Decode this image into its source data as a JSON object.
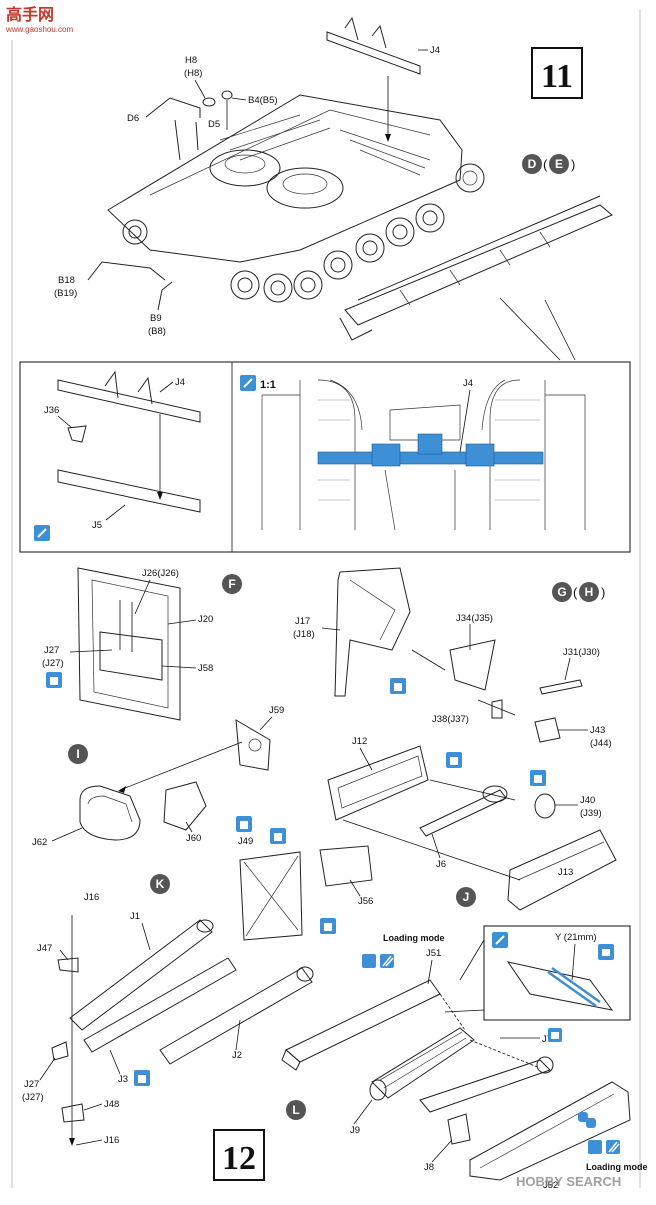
{
  "watermark": {
    "site_icon_text": "高手网",
    "site_url": "www.gaoshou.com",
    "footer_brand": "HOBBY SEARCH"
  },
  "steps": [
    {
      "number": "11"
    },
    {
      "number": "12"
    }
  ],
  "step11": {
    "labels": [
      "J4",
      "H8",
      "(H8)",
      "B4(B5)",
      "D6",
      "D5",
      "B18",
      "(B19)",
      "B9",
      "(B8)"
    ],
    "variant": {
      "main": "D",
      "alt": "E"
    },
    "inset_left_labels": [
      "J4",
      "J36",
      "J5"
    ],
    "inset_right": {
      "scale": "1:1",
      "label": "J4",
      "highlight_color": "#3d8fd6"
    }
  },
  "step12": {
    "F": {
      "letter": "F",
      "labels": [
        "J26(J26)",
        "J20",
        "J27",
        "(J27)",
        "J58"
      ]
    },
    "GH": {
      "main": "G",
      "alt": "H",
      "labels": [
        "J17",
        "(J18)",
        "J34(J35)",
        "J31(J30)",
        "J38(J37)",
        "J43",
        "(J44)"
      ]
    },
    "I": {
      "letter": "I",
      "labels": [
        "J59",
        "J62",
        "J60"
      ]
    },
    "J": {
      "letter": "J",
      "labels": [
        "J12",
        "J40",
        "(J39)",
        "J6",
        "J13"
      ]
    },
    "K": {
      "letter": "K",
      "labels": [
        "J49",
        "J56",
        "J16",
        "J1",
        "J47",
        "J2",
        "J3",
        "J27",
        "(J27)",
        "J48",
        "J16"
      ]
    },
    "L": {
      "letter": "L",
      "labels": [
        "J51",
        "J7",
        "J9",
        "J8",
        "J52"
      ],
      "loading_mode": "Loading mode"
    },
    "inset": {
      "label": "Y (21mm)"
    }
  },
  "colors": {
    "accent_blue": "#3d8fd6",
    "letter_circle": "#555555"
  }
}
